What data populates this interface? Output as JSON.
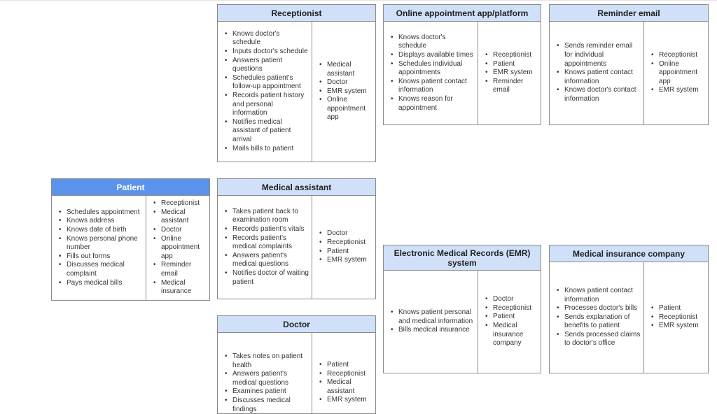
{
  "boxes": {
    "receptionist": {
      "title": "Receptionist",
      "knows": [
        "Knows doctor's schedule",
        "Inputs doctor's schedule",
        "Answers patient questions",
        "Schedules patient's follow-up appointment",
        "Records patient history and personal information",
        "Notifies medical assistant of patient arrival",
        "Mails bills to patient"
      ],
      "relates": [
        "Medical assistant",
        "Doctor",
        "EMR system",
        "Online appointment app"
      ]
    },
    "online_app": {
      "title": "Online appointment app/platform",
      "knows": [
        "Knows doctor's schedule",
        "Displays available times",
        "Schedules individual appointments",
        "Knows patient contact information",
        "Knows reason for appointment"
      ],
      "relates": [
        "Receptionist",
        "Patient",
        "EMR system",
        "Reminder email"
      ]
    },
    "reminder_email": {
      "title": "Reminder email",
      "knows": [
        "Sends reminder email for individual appointments",
        "Knows patient contact information",
        "Knows doctor's contact information"
      ],
      "relates": [
        "Receptionist",
        "Online appointment app",
        "EMR system"
      ]
    },
    "patient": {
      "title": "Patient",
      "knows": [
        "Schedules appointment",
        "Knows address",
        "Knows date of birth",
        "Knows personal phone number",
        "Fills out forms",
        "Discusses medical complaint",
        "Pays medical bills"
      ],
      "relates": [
        "Receptionist",
        "Medical assistant",
        "Doctor",
        "Online appointment app",
        "Reminder email",
        "Medical insurance"
      ]
    },
    "medical_assistant": {
      "title": "Medical assistant",
      "knows": [
        "Takes patient back to examination room",
        "Records patient's vitals",
        "Records patient's medical complaints",
        "Answers patient's medical questions",
        "Notifies doctor of waiting patient"
      ],
      "relates": [
        "Doctor",
        "Receptionist",
        "Patient",
        "EMR system"
      ]
    },
    "emr": {
      "title": "Electronic Medical Records (EMR) system",
      "knows": [
        "Knows patient personal and medical information",
        "Bills medical insurance"
      ],
      "relates": [
        "Doctor",
        "Receptionist",
        "Patient",
        "Medical insurance company"
      ]
    },
    "insurance": {
      "title": "Medical insurance company",
      "knows": [
        "Knows patient contact information",
        "Processes doctor's bills",
        "Sends explanation of benefits to patient",
        "Sends processed claims to doctor's office"
      ],
      "relates": [
        "Patient",
        "Receptionist",
        "EMR system"
      ]
    },
    "doctor": {
      "title": "Doctor",
      "knows": [
        "Takes notes on patient health",
        "Answers patient's medical questions",
        "Examines patient",
        "Discusses medical findings"
      ],
      "relates": [
        "Patient",
        "Receptionist",
        "Medical assistant",
        "EMR system"
      ]
    }
  }
}
